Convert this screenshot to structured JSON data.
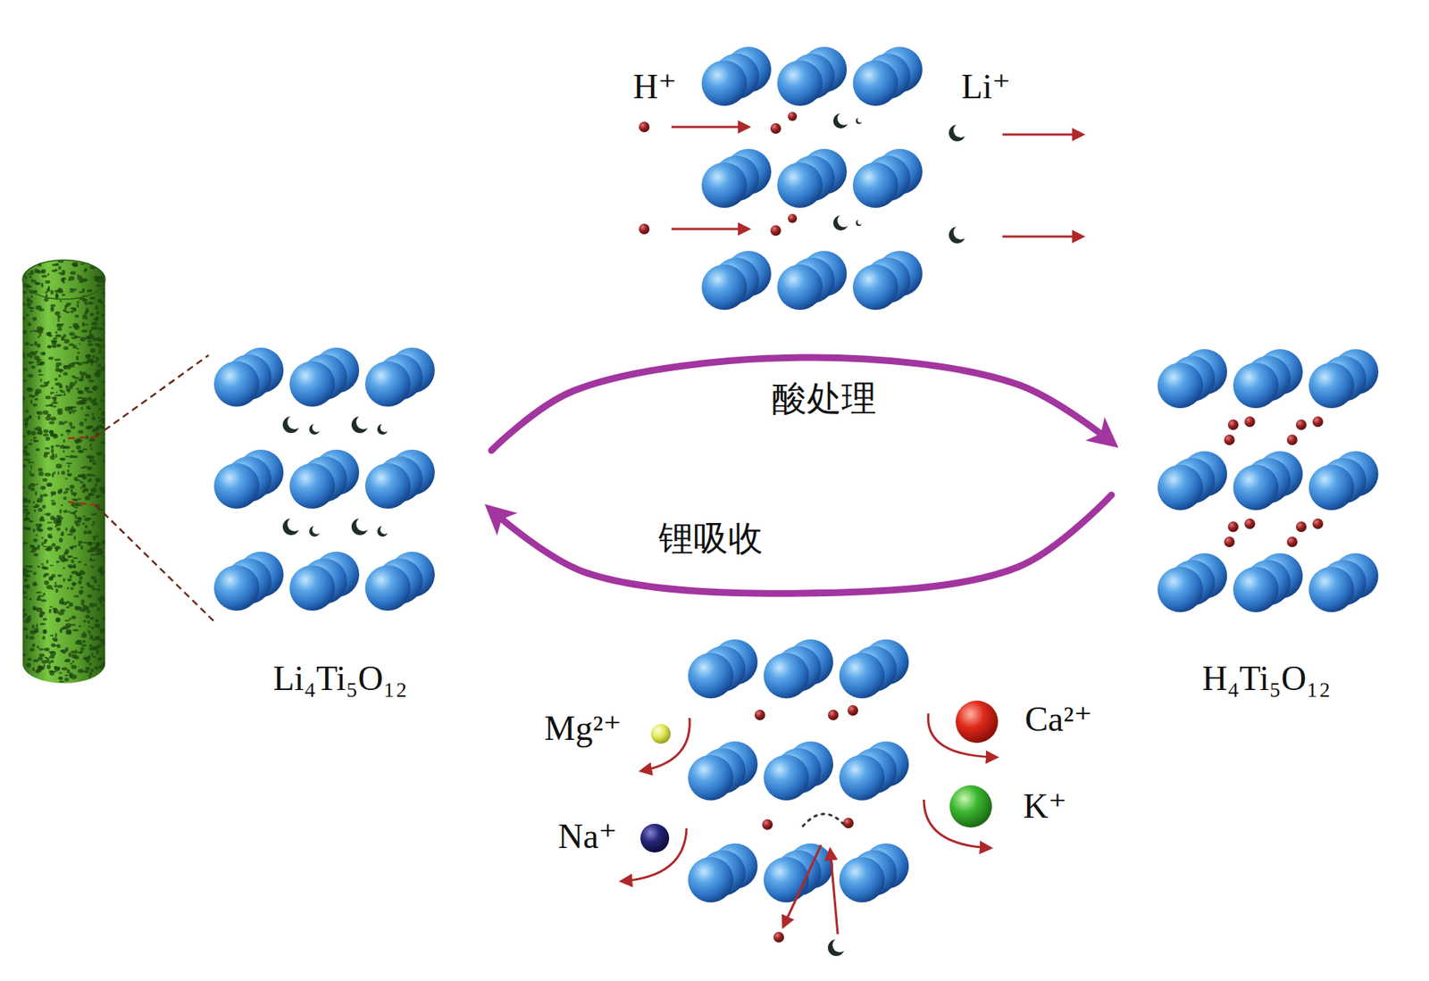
{
  "diagram": {
    "nodes": [
      {
        "text": [
          "Li₄Ti₅O₁₂"
        ]
      },
      {
        "text": [
          "H₄Ti₅O₁₂"
        ]
      }
    ],
    "edges": [
      {
        "from": 0,
        "to": 1,
        "label": "酸处理",
        "arrow": "to"
      },
      {
        "from": 1,
        "to": 0,
        "label": "锂吸收",
        "arrow": "to"
      }
    ],
    "labels": [
      "H⁺",
      "Li⁺",
      "Mg²⁺",
      "Ca²⁺",
      "Na⁺",
      "K⁺"
    ]
  }
}
